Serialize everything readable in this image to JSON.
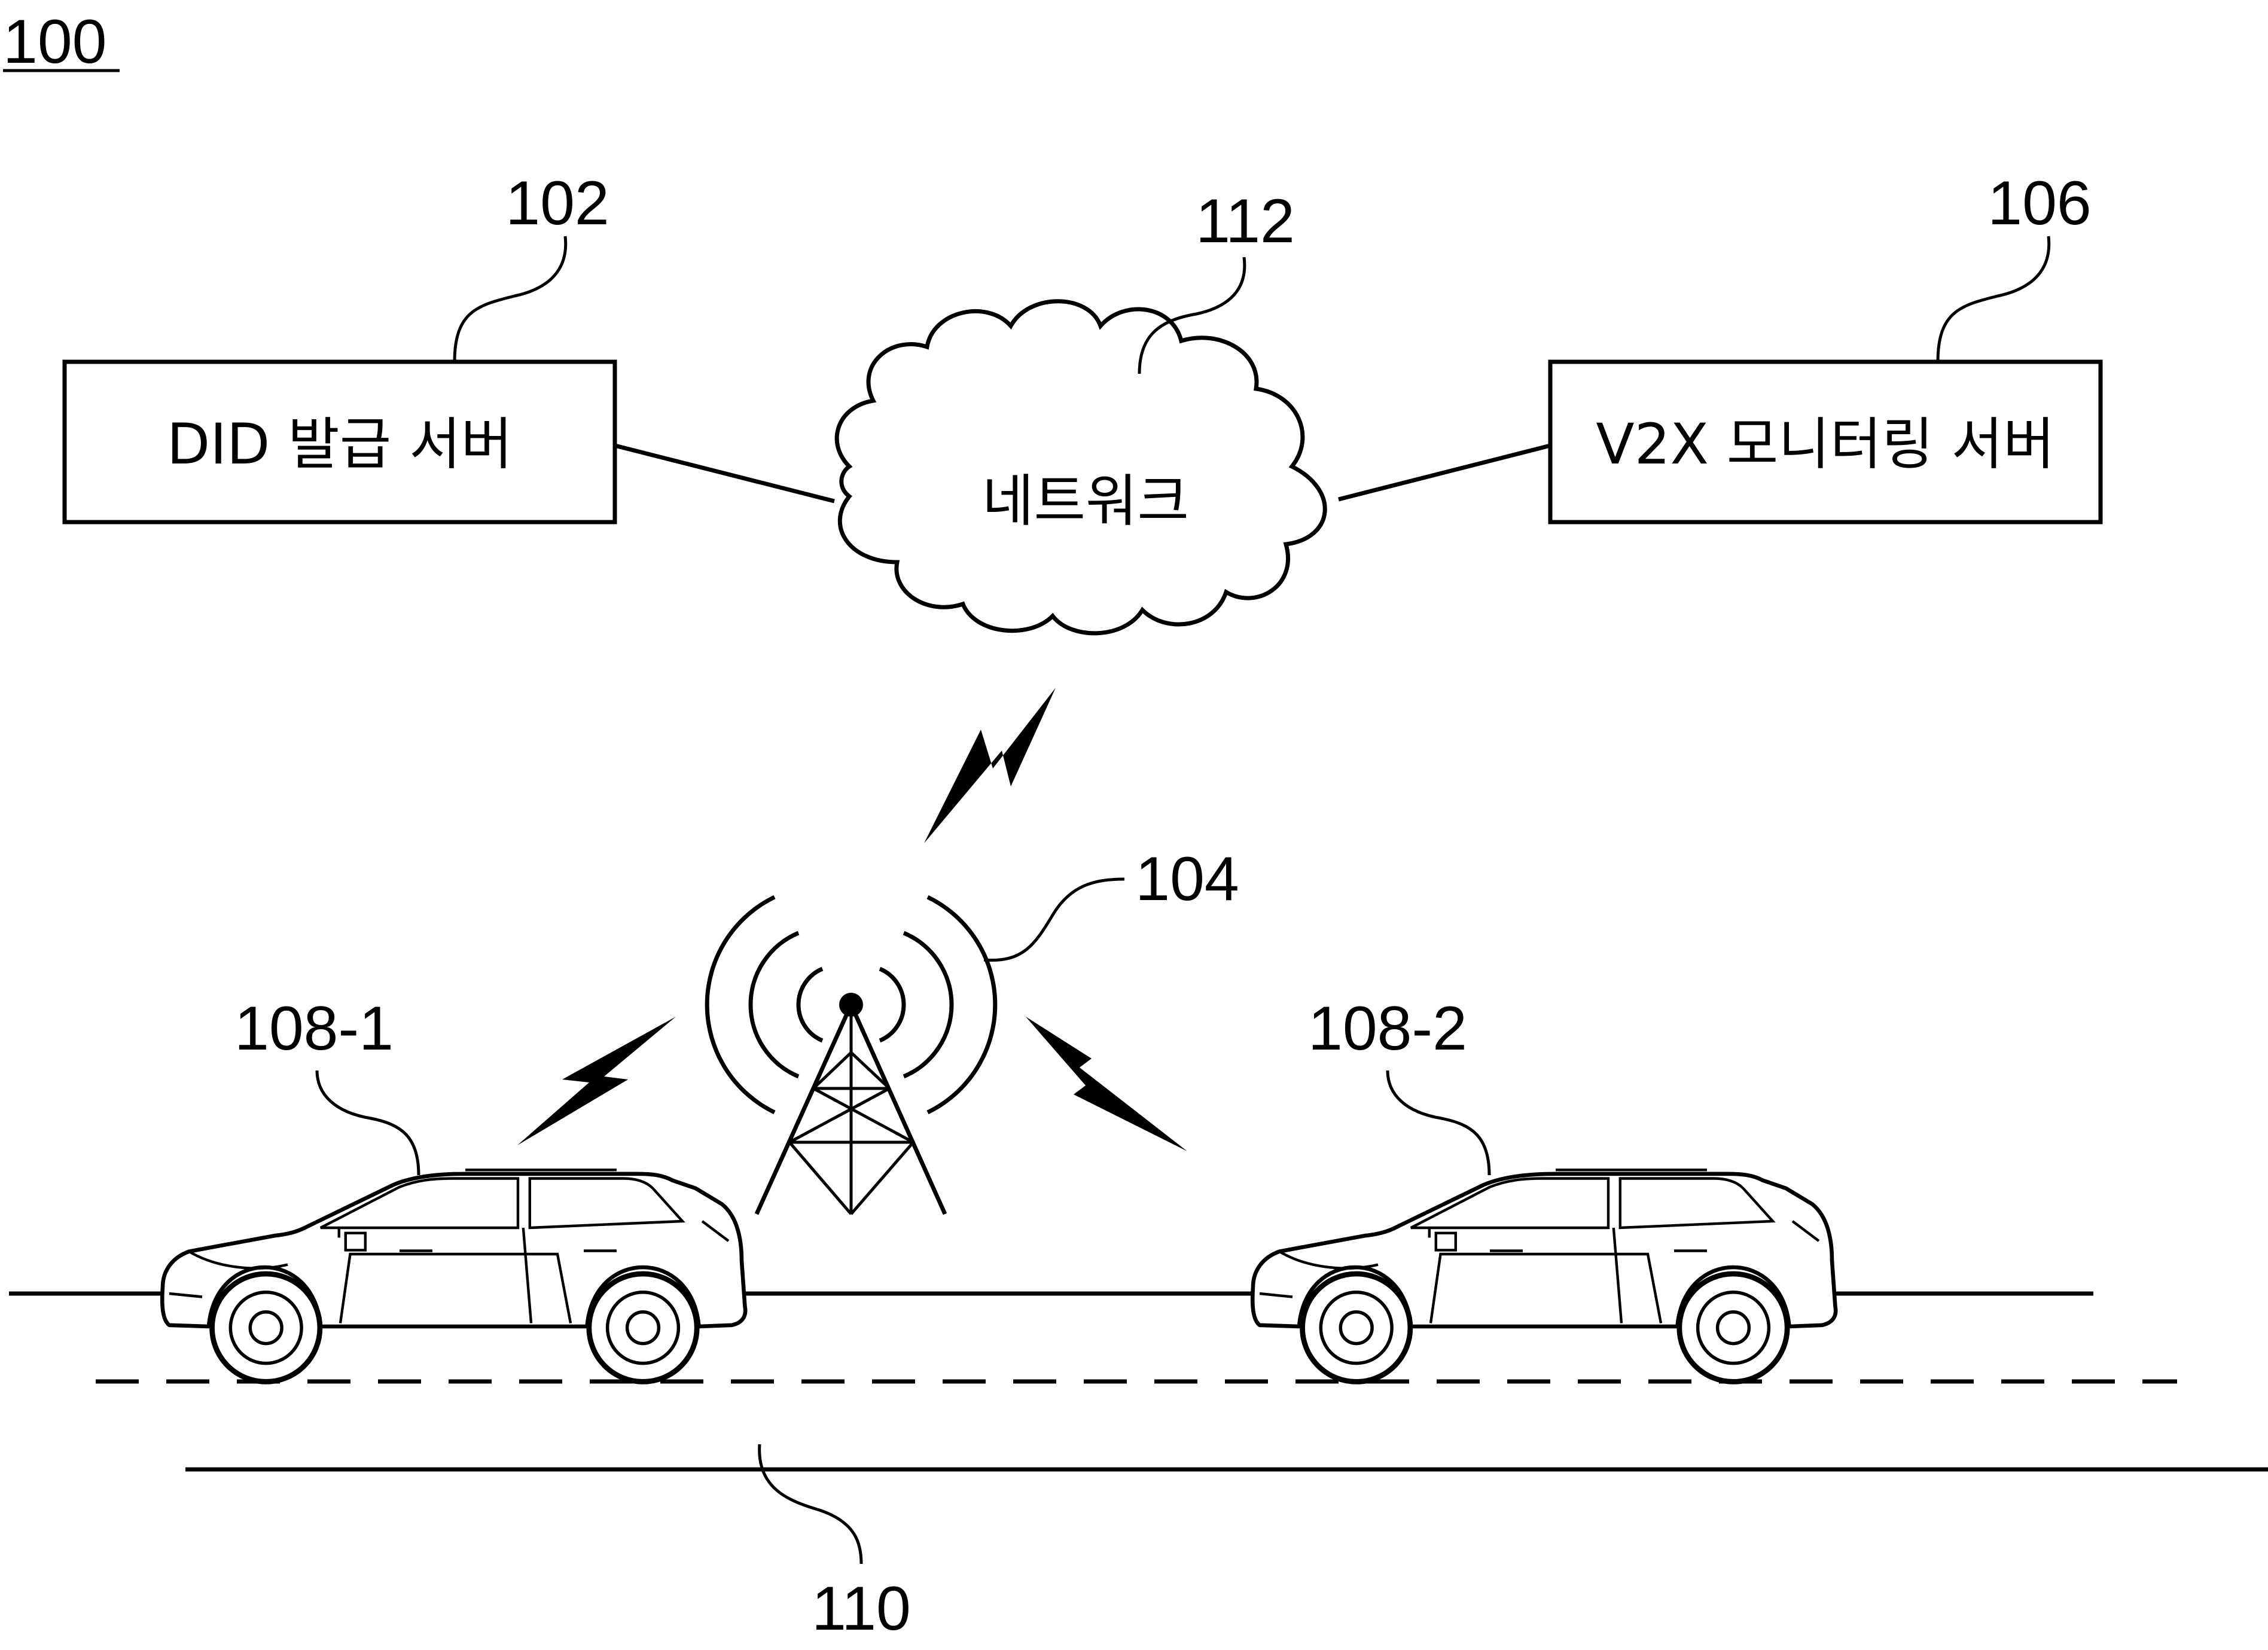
{
  "figure_number": "100",
  "nodes": {
    "did_server": {
      "ref": "102",
      "label": "DID 발급 서버"
    },
    "network": {
      "ref": "112",
      "label": "네트워크"
    },
    "v2x_server": {
      "ref": "106",
      "label": "V2X 모니터링 서버"
    },
    "base_station": {
      "ref": "104"
    },
    "vehicle_1": {
      "ref": "108-1"
    },
    "vehicle_2": {
      "ref": "108-2"
    },
    "road": {
      "ref": "110"
    }
  }
}
